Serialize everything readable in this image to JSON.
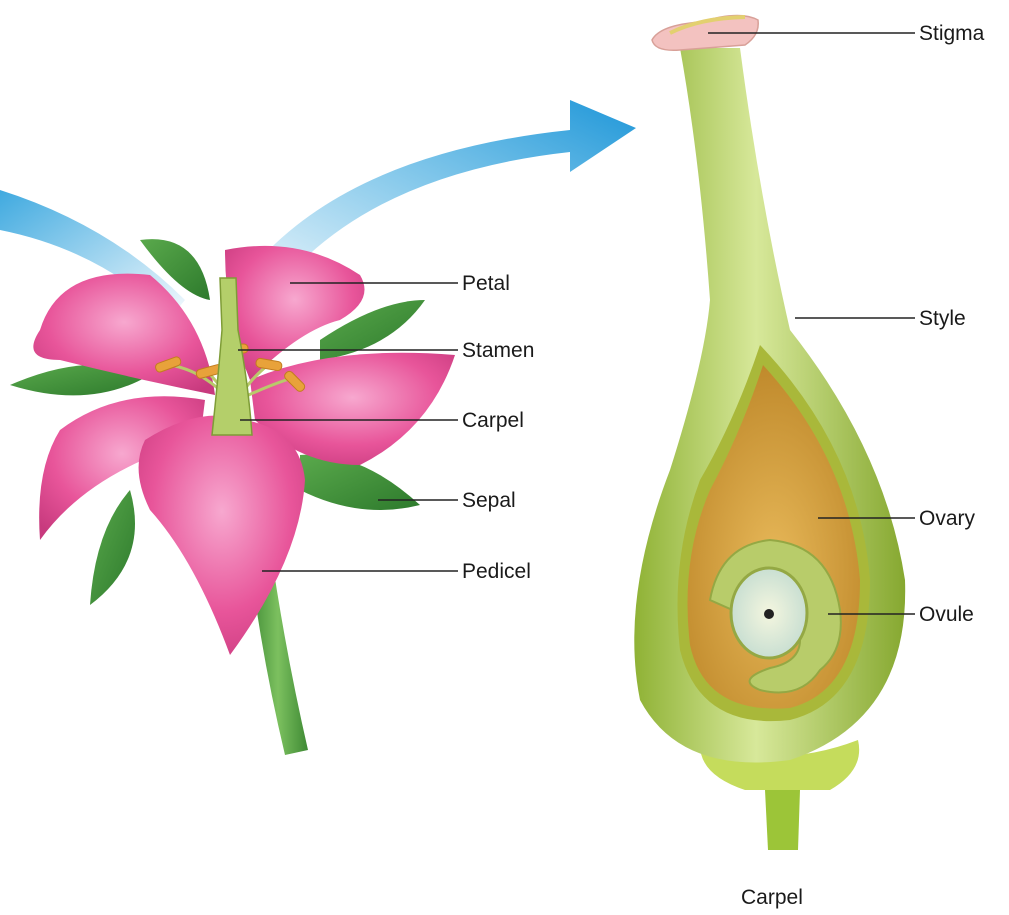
{
  "flower_labels": {
    "petal": "Petal",
    "stamen": "Stamen",
    "carpel": "Carpel",
    "sepal": "Sepal",
    "pedicel": "Pedicel"
  },
  "carpel_labels": {
    "stigma": "Stigma",
    "style": "Style",
    "ovary": "Ovary",
    "ovule": "Ovule"
  },
  "caption": "Carpel",
  "colors": {
    "petal": "#e8559a",
    "leaf": "#3f8f3a",
    "carpel_wall": "#9fbe3c",
    "ovary": "#d6a23f",
    "arrow": "#2aa0dc"
  }
}
